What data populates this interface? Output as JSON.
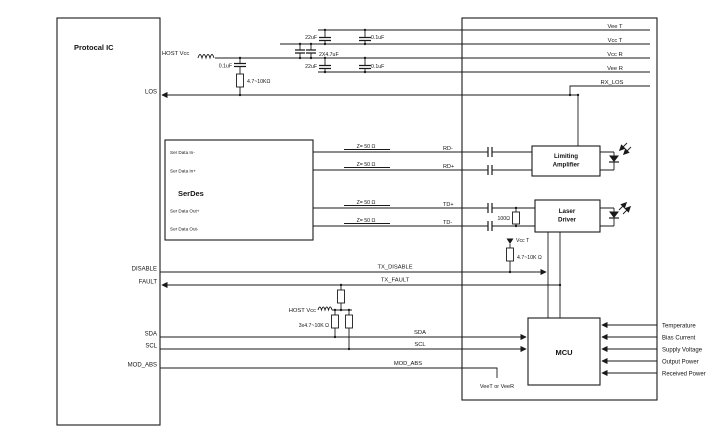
{
  "colors": {
    "ink": "#1a1a1a",
    "background": "#ffffff"
  },
  "diagram": {
    "protocol_ic": {
      "title": "Protocal IC",
      "pins": {
        "host_vcc": "HOST Vcc",
        "los": "LOS",
        "disable": "DISABLE",
        "fault": "FAULT",
        "sda": "SDA",
        "scl": "SCL",
        "mod_abs": "MOD_ABS"
      }
    },
    "power": {
      "cap1": "22uF",
      "cap2": "0.1uF",
      "cap_bulk": "2X4.7uF",
      "cap3": "22uF",
      "cap4": "0.1uF",
      "los_cap": "0.1uF",
      "los_res": "4.7~10KΩ",
      "rails": {
        "vee_t": "Vee T",
        "vcc_t": "Vcc T",
        "vcc_r": "Vcc R",
        "vee_r": "Vee R",
        "rx_los": "RX_LOS"
      }
    },
    "serdes": {
      "title": "SerDes",
      "pins": {
        "in_minus": "Ser Data In-",
        "in_plus": "Ser Data In+",
        "out_plus": "Ser Data Out+",
        "out_minus": "Ser Data Out-"
      }
    },
    "tlines": {
      "z50": "Z= 50 Ω"
    },
    "nets": {
      "rd_minus": "RD-",
      "rd_plus": "RD+",
      "td_plus": "TD+",
      "td_minus": "TD-",
      "tx_disable": "TX_DISABLE",
      "tx_fault": "TX_FAULT",
      "sda": "SDA",
      "scl": "SCL",
      "mod_abs": "MOD_ABS",
      "vee_ref": "VeeT or VeeR"
    },
    "tx_bias": {
      "r_term": "100Ω",
      "vcc_flag": "Vcc T",
      "r_pullup": "4.7~10K Ω"
    },
    "i2c": {
      "host_vcc": "HOST Vcc",
      "r_label": "3x4.7~10K Ω"
    },
    "module": {
      "limiting_amp": [
        "Limiting",
        "Amplifier"
      ],
      "laser_driver": [
        "Laser",
        "Driver"
      ],
      "mcu": "MCU"
    },
    "monitors": [
      "Temperature",
      "Bias Current",
      "Supply Voltage",
      "Output Power",
      "Received Power"
    ]
  }
}
